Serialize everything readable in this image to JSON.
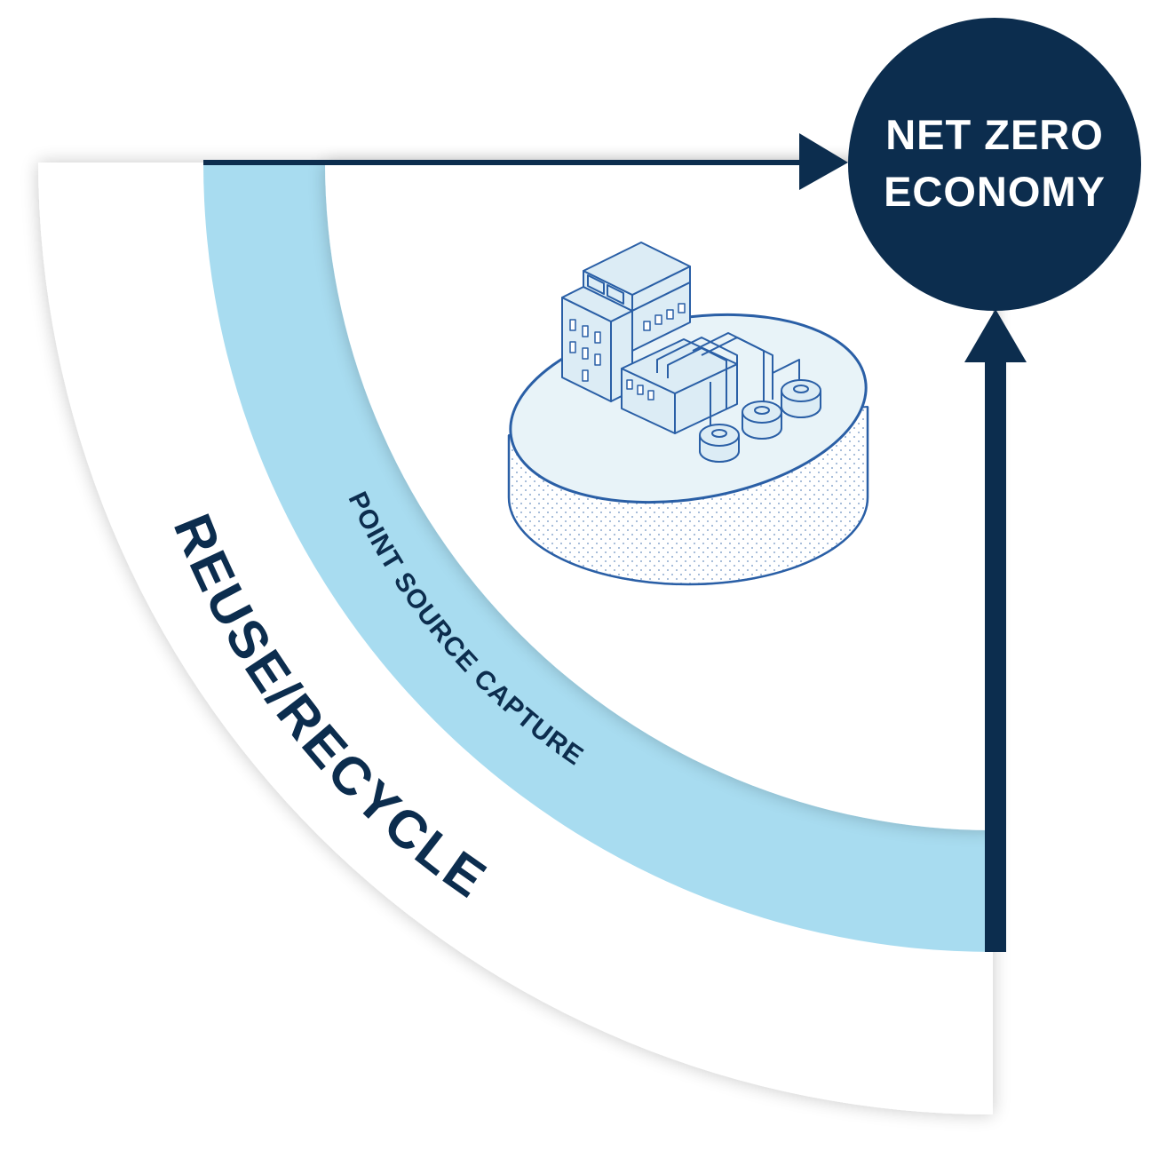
{
  "goal": {
    "line1": "NET ZERO",
    "line2": "ECONOMY"
  },
  "outer_ring_label": "REUSE/RECYCLE",
  "inner_ring_label": "POINT SOURCE CAPTURE",
  "illustration_icon": "industrial-plant-on-platform-icon",
  "colors": {
    "navy": "#0c2d4e",
    "ring_blue": "#a8dcf0",
    "illustration_stroke": "#2a5fa6",
    "illustration_fill": "#e8f3f8"
  }
}
